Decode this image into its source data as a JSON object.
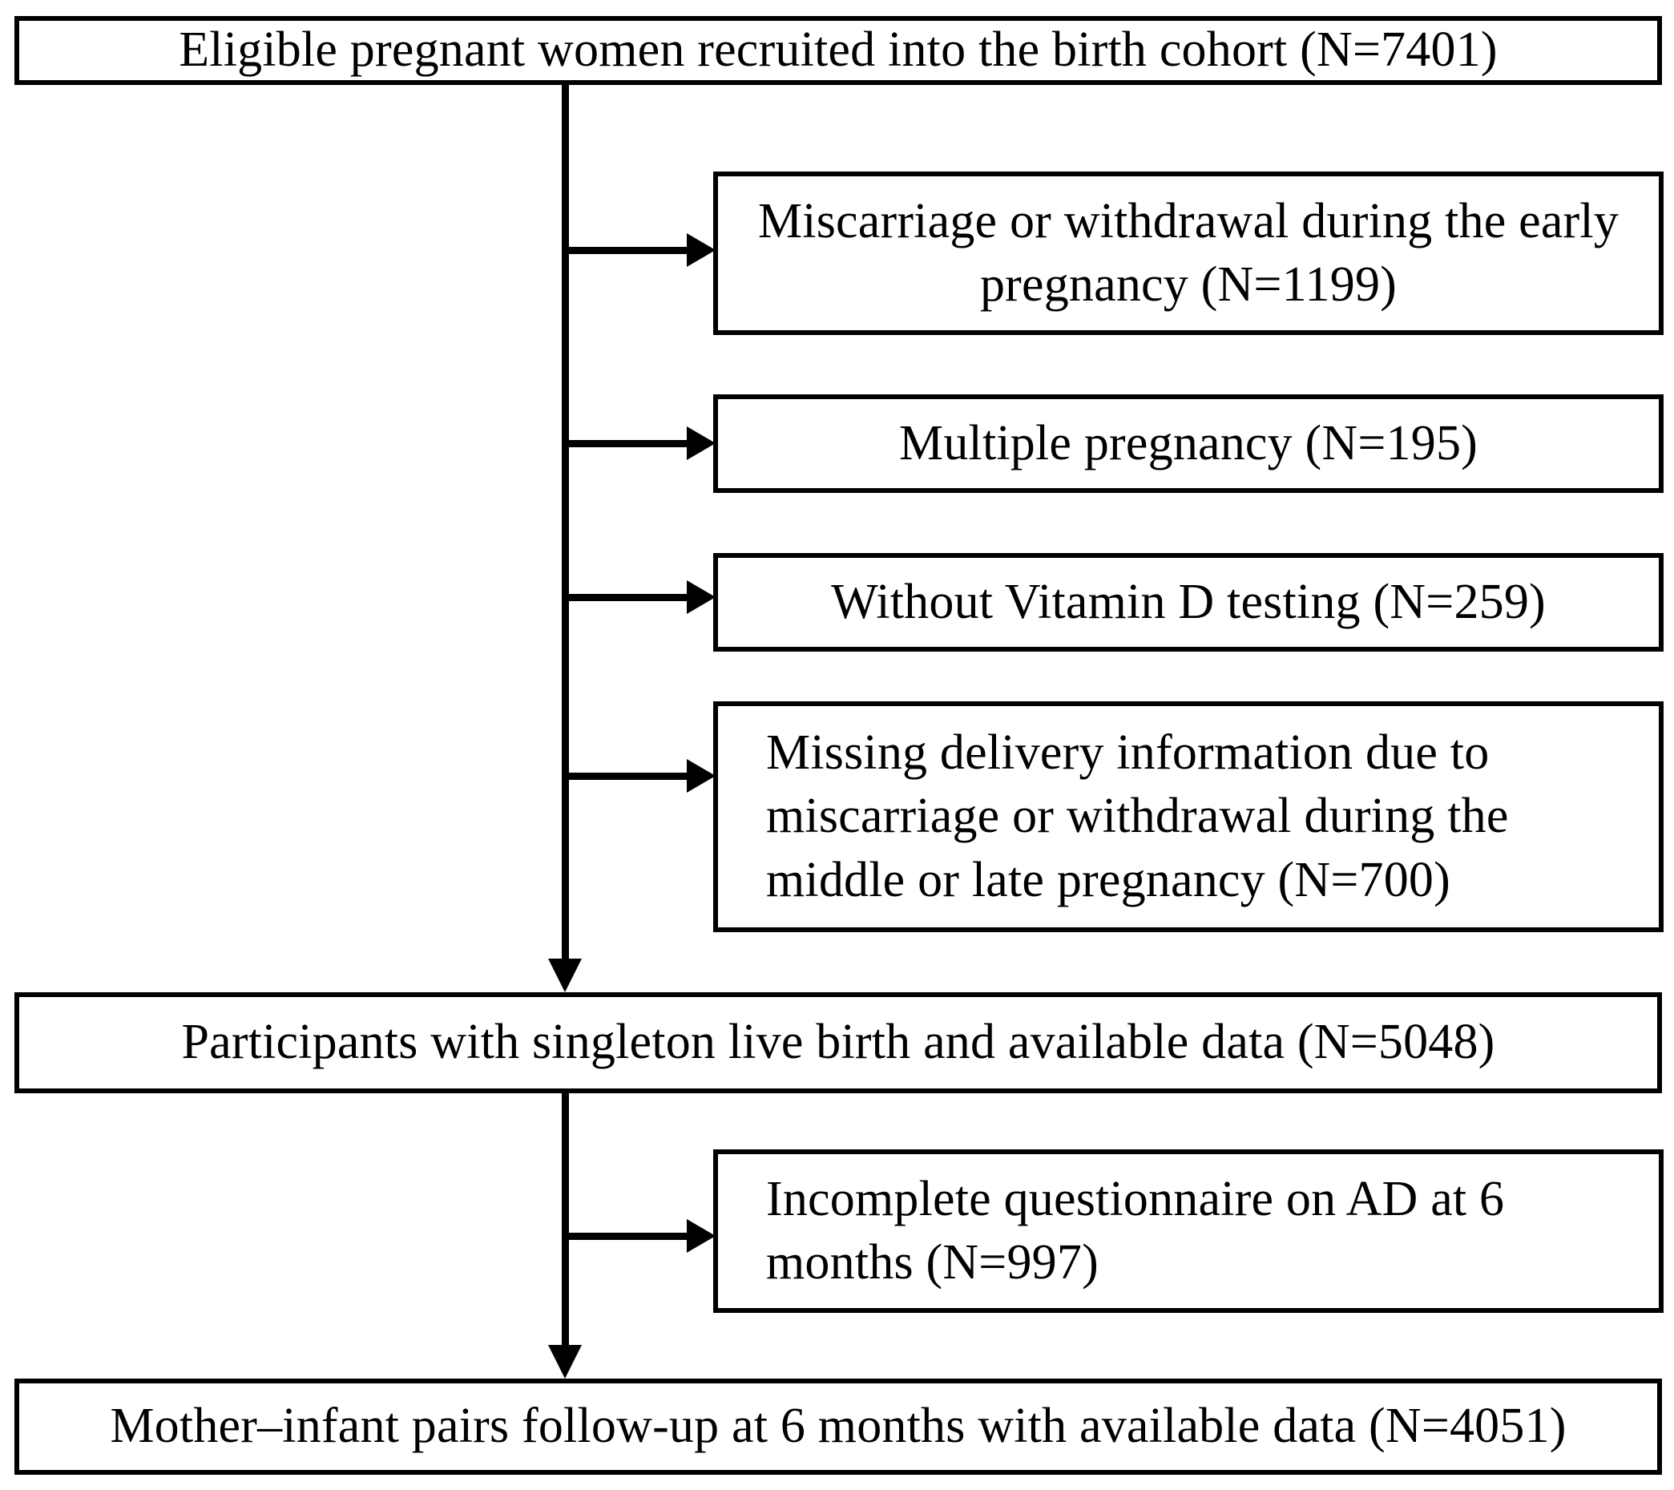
{
  "diagram": {
    "title": "Participant flow diagram",
    "type": "flowchart",
    "background_color": "#ffffff",
    "line_color": "#000000",
    "text_color": "#000000"
  },
  "nodes": {
    "enrolled": {
      "id": "enrolled",
      "role": "main",
      "text": "Eligible pregnant women recruited into the birth cohort  (N=7401)",
      "count_label": "N=7401",
      "count": 7401
    },
    "exclusion_1": {
      "id": "exclusion-1",
      "role": "exclusion",
      "text": "Miscarriage or withdrawal during the early pregnancy (N=1199)",
      "count_label": "N=1199",
      "count": 1199
    },
    "exclusion_2": {
      "id": "exclusion-2",
      "role": "exclusion",
      "text": "Multiple pregnancy (N=195)",
      "count_label": "N=195",
      "count": 195
    },
    "exclusion_3": {
      "id": "exclusion-3",
      "role": "exclusion",
      "text": "Without Vitamin D testing (N=259)",
      "count_label": "N=259",
      "count": 259
    },
    "exclusion_4": {
      "id": "exclusion-4",
      "role": "exclusion",
      "text": "Missing delivery information due to miscarriage or withdrawal during the middle or late pregnancy (N=700)",
      "count_label": "N=700",
      "count": 700
    },
    "singleton": {
      "id": "singleton",
      "role": "main",
      "text": "Participants with singleton live birth and available data (N=5048)",
      "count_label": "N=5048",
      "count": 5048
    },
    "exclusion_5": {
      "id": "exclusion-5",
      "role": "exclusion",
      "text": "Incomplete questionnaire on AD at 6 months (N=997)",
      "count_label": "N=997",
      "count": 997
    },
    "followup": {
      "id": "followup",
      "role": "main",
      "text": "Mother–infant pairs follow-up at 6 months with available data (N=4051)",
      "count_label": "N=4051",
      "count": 4051
    }
  },
  "edges": [
    {
      "from": "enrolled",
      "to": "exclusion_1",
      "direction": "right"
    },
    {
      "from": "enrolled",
      "to": "exclusion_2",
      "direction": "right"
    },
    {
      "from": "enrolled",
      "to": "exclusion_3",
      "direction": "right"
    },
    {
      "from": "enrolled",
      "to": "exclusion_4",
      "direction": "right"
    },
    {
      "from": "enrolled",
      "to": "singleton",
      "direction": "down"
    },
    {
      "from": "singleton",
      "to": "exclusion_5",
      "direction": "right"
    },
    {
      "from": "singleton",
      "to": "followup",
      "direction": "down"
    }
  ]
}
